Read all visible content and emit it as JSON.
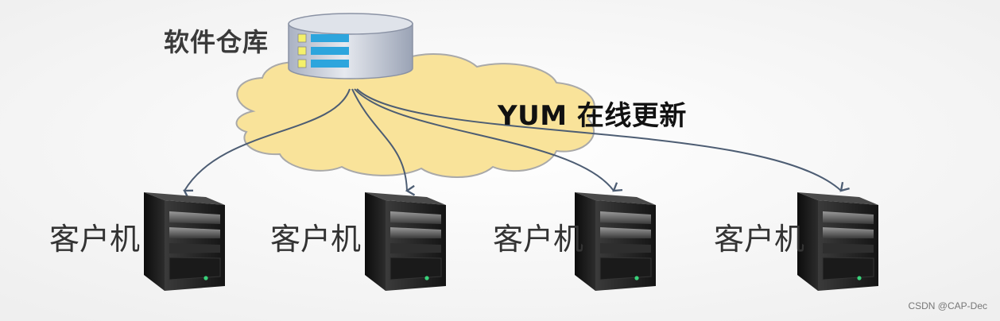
{
  "repository": {
    "label": "软件仓库"
  },
  "update": {
    "label": "YUM 在线更新"
  },
  "clients": [
    {
      "label": "客户机"
    },
    {
      "label": "客户机"
    },
    {
      "label": "客户机"
    },
    {
      "label": "客户机"
    }
  ],
  "watermark": "CSDN @CAP-Dec",
  "colors": {
    "cloud_fill": "#f9e39a",
    "cloud_stroke": "#a9a9a9",
    "database_body": "#c7cdd9",
    "database_bar": "#2da5dd",
    "database_led": "#f4f06a",
    "arrow": "#4d5d73",
    "server": "#1d1d1d"
  },
  "icons": {
    "repository": "database-server-icon",
    "cloud": "cloud-icon",
    "client": "tower-server-icon"
  }
}
